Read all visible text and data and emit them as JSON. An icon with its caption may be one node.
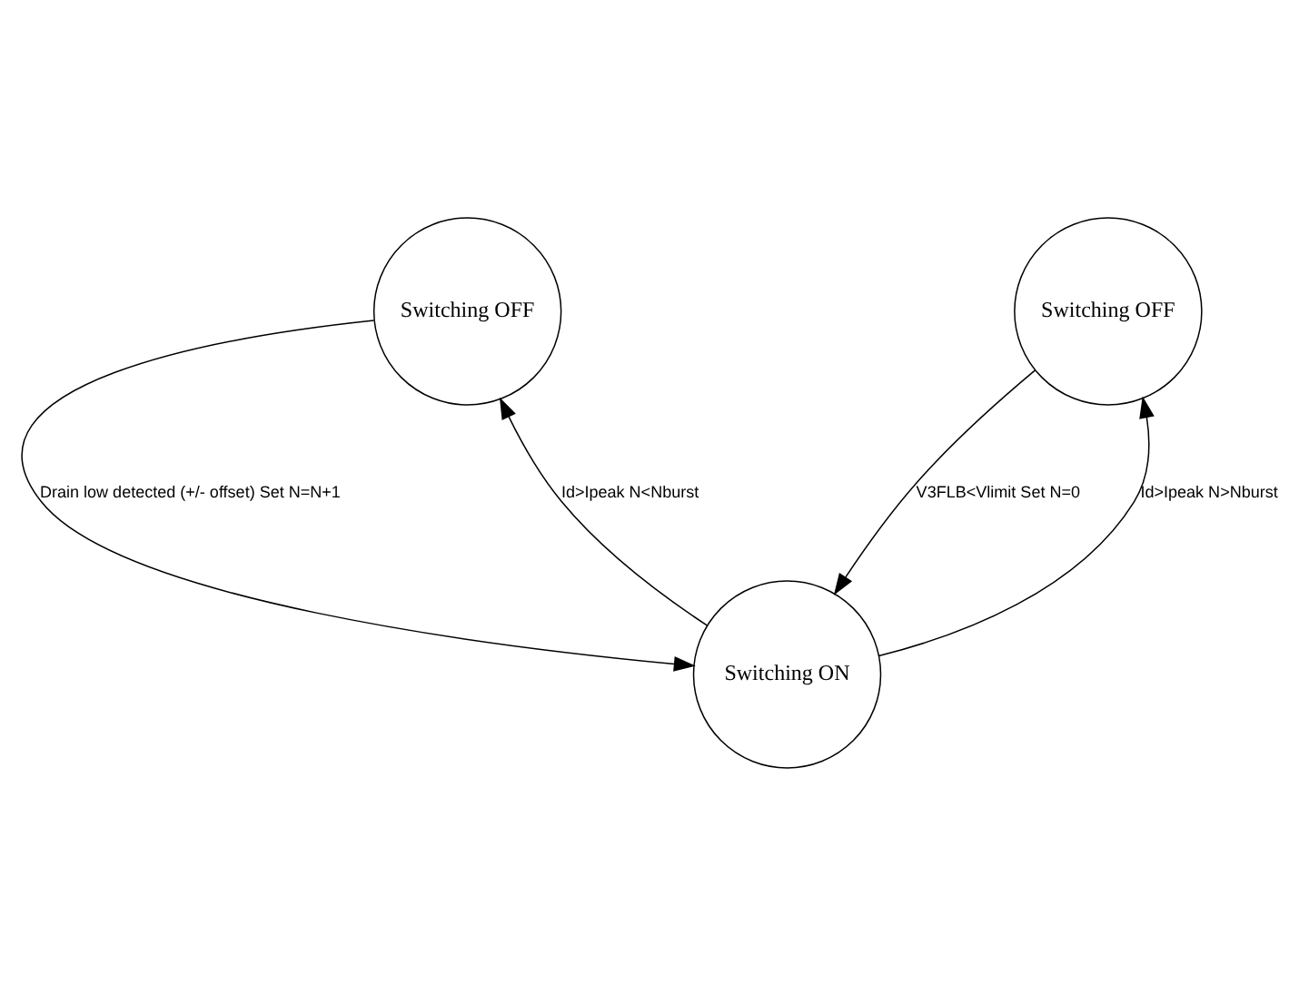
{
  "diagram": {
    "nodes": [
      {
        "text": [
          "Switching OFF"
        ]
      },
      {
        "text": [
          "Switching OFF"
        ]
      },
      {
        "text": [
          "Switching ON"
        ]
      }
    ],
    "edges": [
      {
        "from": 0,
        "to": 2,
        "arrow": "to",
        "label": "Drain low detected (+/- offset) Set N=N+1"
      },
      {
        "from": 2,
        "to": 0,
        "arrow": "to",
        "label": "Id>Ipeak N<Nburst"
      },
      {
        "from": 2,
        "to": 1,
        "arrow": "to",
        "label": "Id>Ipeak N>Nburst"
      },
      {
        "from": 1,
        "to": 2,
        "arrow": "to",
        "label": "V3FLB<Vlimit Set N=0"
      }
    ]
  }
}
